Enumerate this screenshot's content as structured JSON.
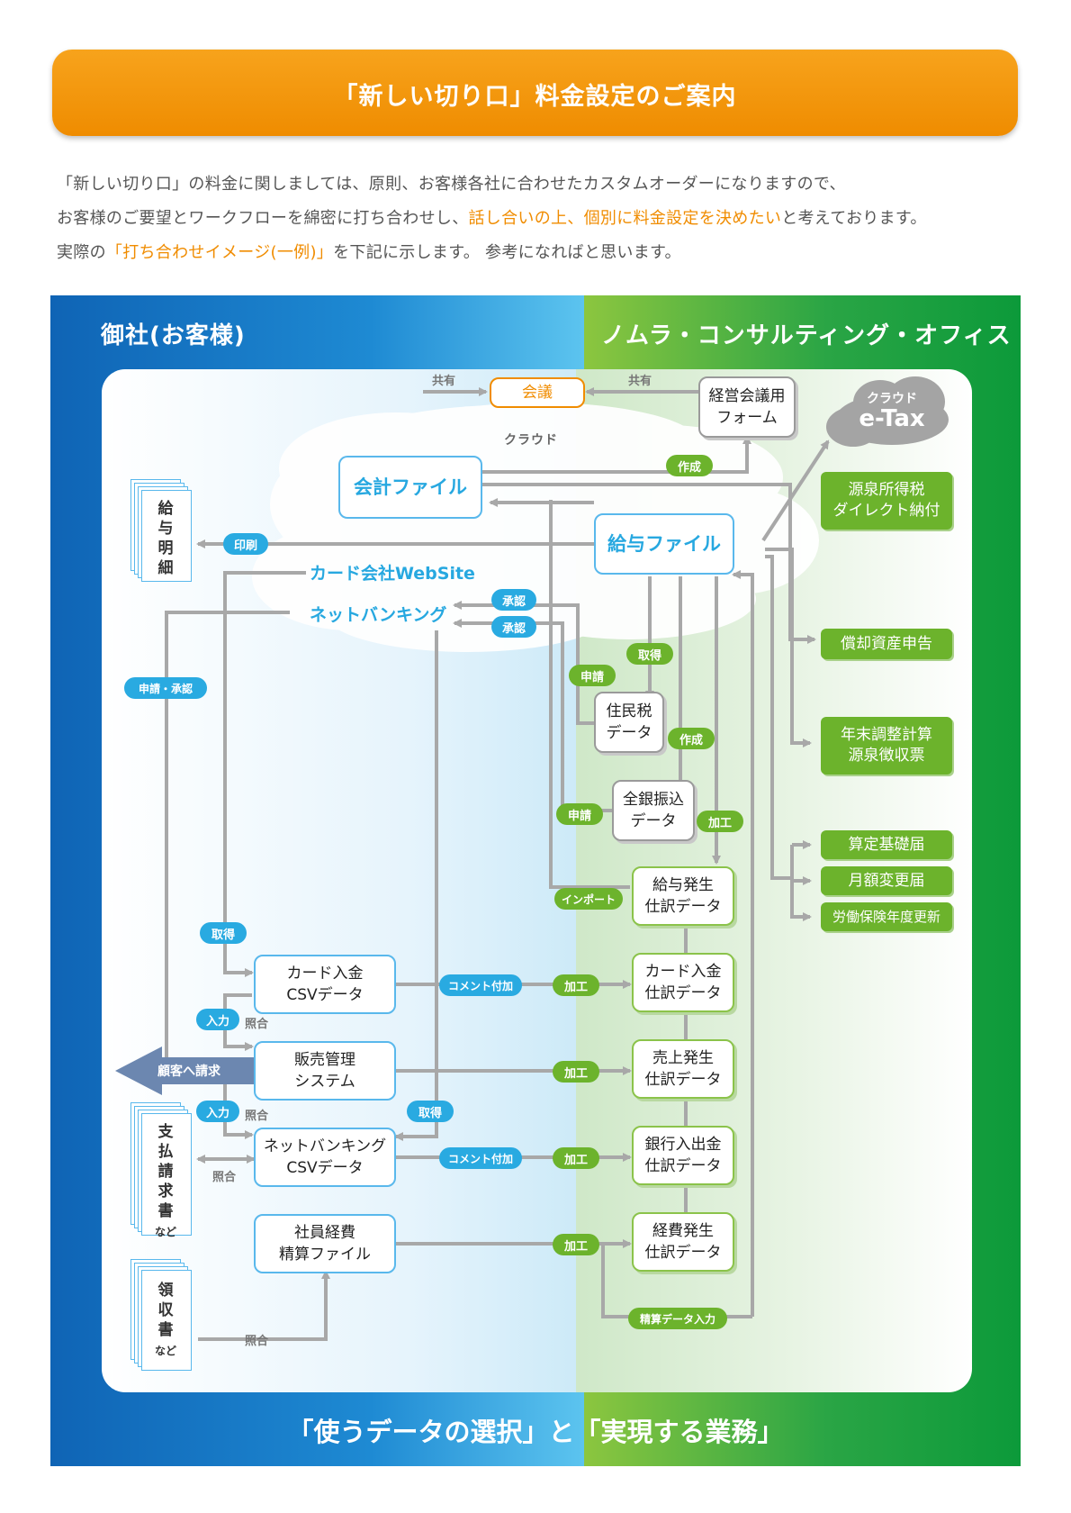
{
  "header": {
    "title": "「新しい切り口」料金設定のご案内"
  },
  "intro": {
    "line1": "「新しい切り口」の料金に関しましては、原則、お客様各社に合わせたカスタムオーダーになりますので、",
    "line2a": "お客様のご要望とワークフローを綿密に打ち合わせし、",
    "line2b": "話し合いの上、個別に料金設定を決めたい",
    "line2c": "と考えております。",
    "line3a": "実際の",
    "line3b": "「打ち合わせイメージ(一例)」",
    "line3c": "を下記に示します。 参考になればと思います。"
  },
  "left_title": "御社(お客様)",
  "right_title": "ノムラ・コンサルティング・オフィス",
  "footer": "「使うデータの選択」と「実現する業務」",
  "cloud_label": "クラウド",
  "etax": {
    "top": "クラウド",
    "main": "e-Tax"
  },
  "nodes": {
    "meeting": "会議",
    "meeting_form": "経営会議用\nフォーム",
    "accounting_file": "会計ファイル",
    "payroll_file": "給与ファイル",
    "card_site": "カード会社WebSite",
    "net_banking": "ネットバンキング",
    "resident_tax": "住民税\nデータ",
    "zengin": "全銀振込\nデータ",
    "payroll_journal": "給与発生\n仕訳データ",
    "card_csv": "カード入金\nCSVデータ",
    "card_journal": "カード入金\n仕訳データ",
    "sales_system": "販売管理\nシステム",
    "sales_journal": "売上発生\n仕訳データ",
    "netbank_csv": "ネットバンキング\nCSVデータ",
    "bank_journal": "銀行入出金\n仕訳データ",
    "expense_file": "社員経費\n精算ファイル",
    "expense_journal": "経費発生\n仕訳データ"
  },
  "outputs": {
    "withholding": "源泉所得税\nダイレクト納付",
    "depreciation": "償却資産申告",
    "year_end": "年末調整計算\n源泉徴収票",
    "santei": "算定基礎届",
    "getsugaku": "月額変更届",
    "roudou": "労働保険年度更新"
  },
  "docs": {
    "payslip": "給与明細",
    "invoice": "支払請求書",
    "invoice_small": "など",
    "receipt": "領収書",
    "receipt_small": "など"
  },
  "pills": {
    "print": "印刷",
    "create1": "作成",
    "approve1": "承認",
    "approve2": "承認",
    "acquire1": "取得",
    "apply1": "申請",
    "apply2": "申請",
    "create2": "作成",
    "process1": "加工",
    "import": "インポート",
    "apply_approve": "申請・承認",
    "acquire2": "取得",
    "comment1": "コメント付加",
    "process2": "加工",
    "input1": "入力",
    "customer_bill": "顧客へ請求",
    "process3": "加工",
    "input2": "入力",
    "acquire3": "取得",
    "comment2": "コメント付加",
    "process4": "加工",
    "process5": "加工",
    "expense_input": "精算データ入力"
  },
  "labels": {
    "share1": "共有",
    "share2": "共有",
    "match1": "照合",
    "match2": "照合",
    "match3": "照合",
    "match4": "照合"
  }
}
